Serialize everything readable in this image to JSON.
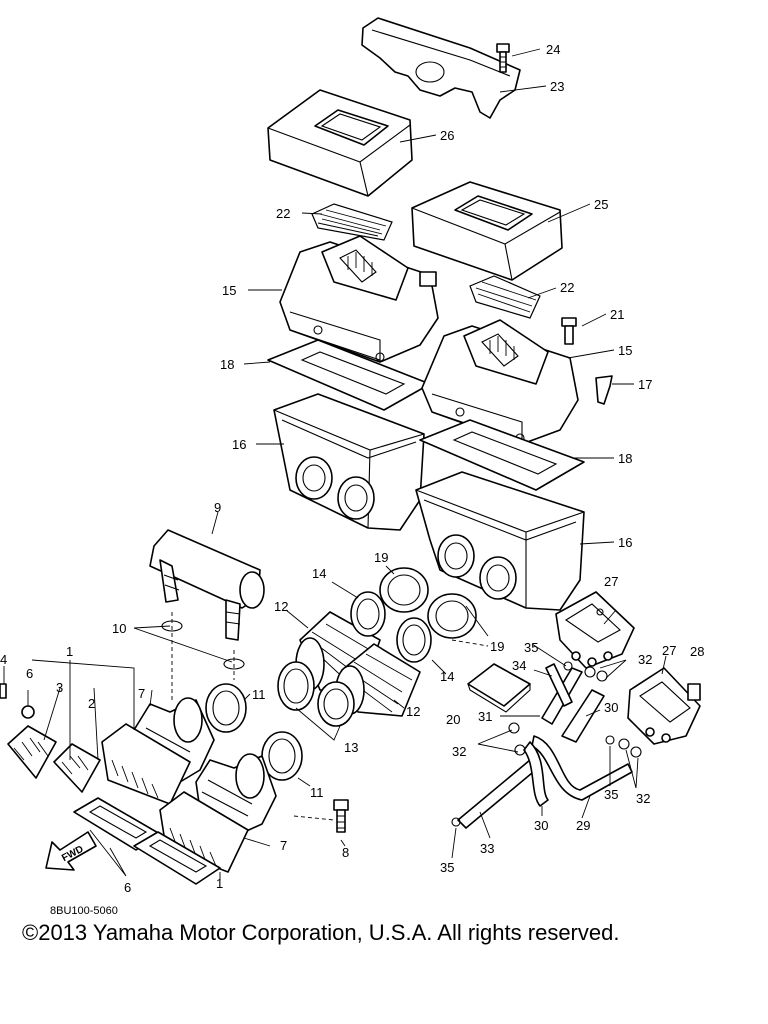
{
  "diagram": {
    "callouts": {
      "c1a": "1",
      "c1b": "1",
      "c2": "2",
      "c3": "3",
      "c4": "4",
      "c6a": "6",
      "c6b": "6",
      "c7a": "7",
      "c7b": "7",
      "c8": "8",
      "c9": "9",
      "c10": "10",
      "c11a": "11",
      "c11b": "11",
      "c12a": "12",
      "c12b": "12",
      "c13": "13",
      "c14a": "14",
      "c14b": "14",
      "c15a": "15",
      "c15b": "15",
      "c16a": "16",
      "c16b": "16",
      "c17": "17",
      "c18a": "18",
      "c18b": "18",
      "c19a": "19",
      "c19b": "19",
      "c20": "20",
      "c21": "21",
      "c22a": "22",
      "c22b": "22",
      "c23": "23",
      "c24": "24",
      "c25": "25",
      "c26": "26",
      "c27a": "27",
      "c27b": "27",
      "c28": "28",
      "c29": "29",
      "c30a": "30",
      "c30b": "30",
      "c31": "31",
      "c32a": "32",
      "c32b": "32",
      "c32c": "32",
      "c33": "33",
      "c34": "34",
      "c35a": "35",
      "c35b": "35",
      "c35c": "35"
    },
    "fwd_label": "FWD",
    "diagram_code": "8BU100-5060",
    "copyright": "©2013 Yamaha Motor Corporation, U.S.A. All rights reserved."
  }
}
